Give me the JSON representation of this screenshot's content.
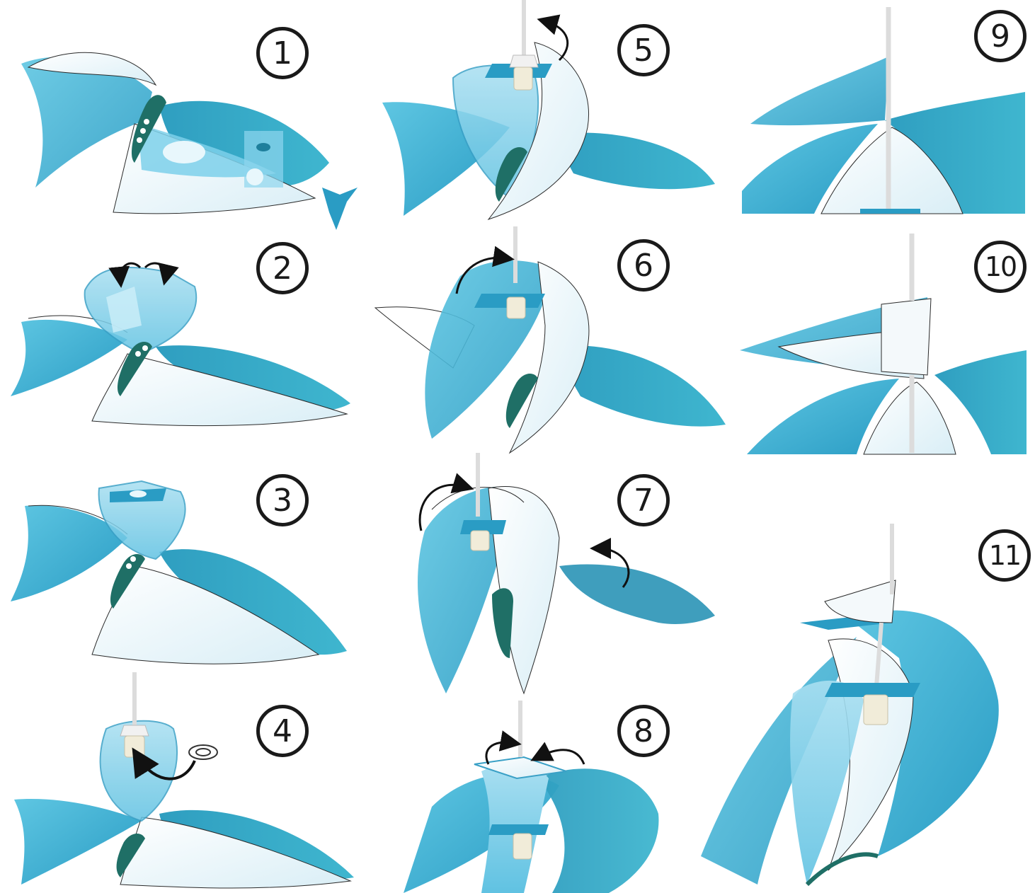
{
  "steps": [
    {
      "number": "1"
    },
    {
      "number": "2"
    },
    {
      "number": "3"
    },
    {
      "number": "4"
    },
    {
      "number": "5"
    },
    {
      "number": "6"
    },
    {
      "number": "7"
    },
    {
      "number": "8"
    },
    {
      "number": "9"
    },
    {
      "number": "10"
    },
    {
      "number": "11"
    }
  ],
  "colors": {
    "lampshade_blue": "#3fb3d4",
    "lampshade_light": "#bfe8f5",
    "lampshade_white": "#f4f9fb",
    "clip_dark": "#1f6f66",
    "outline": "#2a2a2a",
    "arrow": "#111111"
  },
  "icons": [
    "curved-arrow-icon",
    "rotate-arrow-icon",
    "ring-washer-icon",
    "lamp-socket-icon",
    "cord-icon"
  ]
}
